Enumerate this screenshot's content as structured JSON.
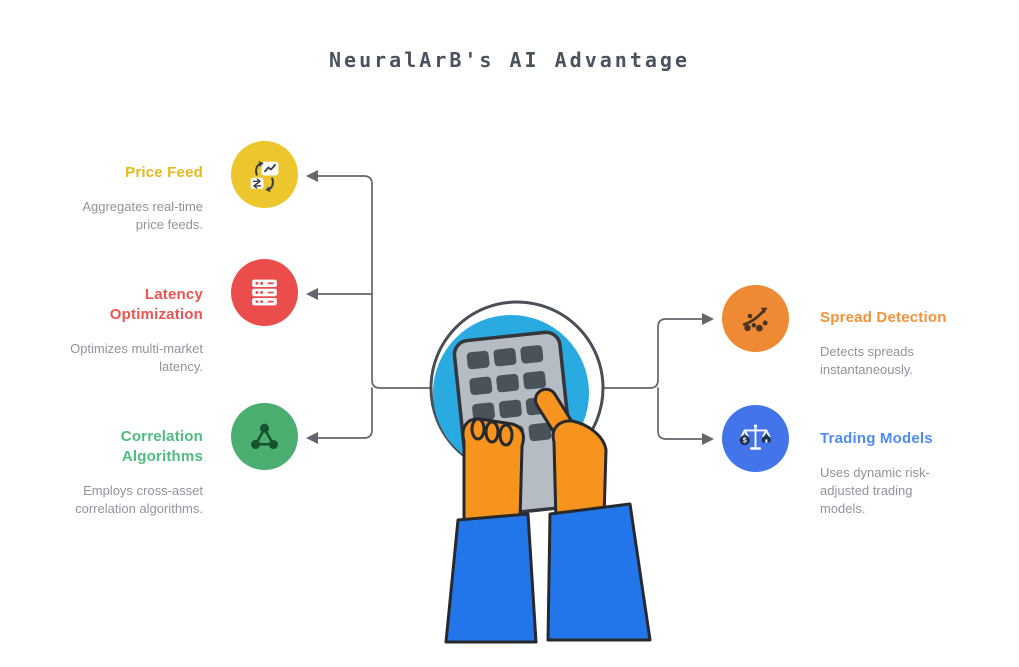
{
  "title": "NeuralArB's AI Advantage",
  "connector_color": "#63666c",
  "center_illustration": {
    "name": "hands-using-calculator",
    "circle_color": "#29abe2",
    "hand_color": "#f7941e",
    "sleeve_color": "#2276e9",
    "device_color": "#b6bcc3"
  },
  "items": {
    "left": [
      {
        "heading": "Price Feed",
        "description": "Aggregates real-time price feeds.",
        "heading_color": "#e6ba1c",
        "circle_color": "#ecc62c",
        "icon": "exchange-chart-icon"
      },
      {
        "heading": "Latency Optimization",
        "description": "Optimizes multi-market latency.",
        "heading_color": "#ef5350",
        "circle_color": "#eb4d4d",
        "icon": "server-stack-icon"
      },
      {
        "heading": "Correlation Algorithms",
        "description": "Employs cross-asset correlation algorithms.",
        "heading_color": "#4dbd7f",
        "circle_color": "#4bae71",
        "icon": "network-nodes-icon"
      }
    ],
    "right": [
      {
        "heading": "Spread Detection",
        "description": "Detects spreads instantaneously.",
        "heading_color": "#f5913b",
        "circle_color": "#ee8a33",
        "icon": "scatter-trend-icon"
      },
      {
        "heading": "Trading Models",
        "description": "Uses dynamic risk-adjusted trading models.",
        "heading_color": "#4d8df5",
        "circle_color": "#4374e9",
        "icon": "balance-scale-icon",
        "icon_glyph_text": "$"
      }
    ]
  }
}
